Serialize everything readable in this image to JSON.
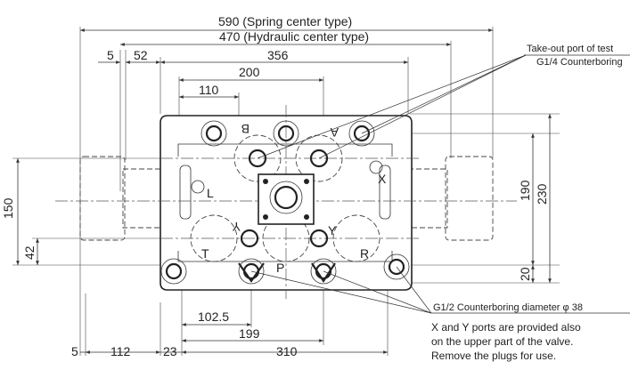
{
  "drawing": {
    "dimensions": {
      "spring_center": "590 (Spring center type)",
      "hydraulic_center": "470 (Hydraulic center type)",
      "d5_top": "5",
      "d52": "52",
      "d356": "356",
      "d200": "200",
      "d110": "110",
      "d150": "150",
      "d42": "42",
      "d190": "190",
      "d230": "230",
      "d20": "20",
      "d102_5": "102.5",
      "d199": "199",
      "d5_bottom": "5",
      "d112": "112",
      "d23": "23",
      "d310": "310"
    },
    "port_labels": {
      "B": "B",
      "A": "A",
      "X": "X",
      "L": "L",
      "T": "T",
      "Y": "Y",
      "P": "P",
      "R": "R"
    },
    "notes": {
      "test_port_line1": "Take-out port of test",
      "test_port_line2": "G1/4 Counterboring",
      "counterboring_38": "G1/2 Counterboring diameter φ 38",
      "xy_note_line1": "X and Y ports are provided also",
      "xy_note_line2": "on the upper part of the valve.",
      "xy_note_line3": "Remove the plugs for use."
    }
  }
}
